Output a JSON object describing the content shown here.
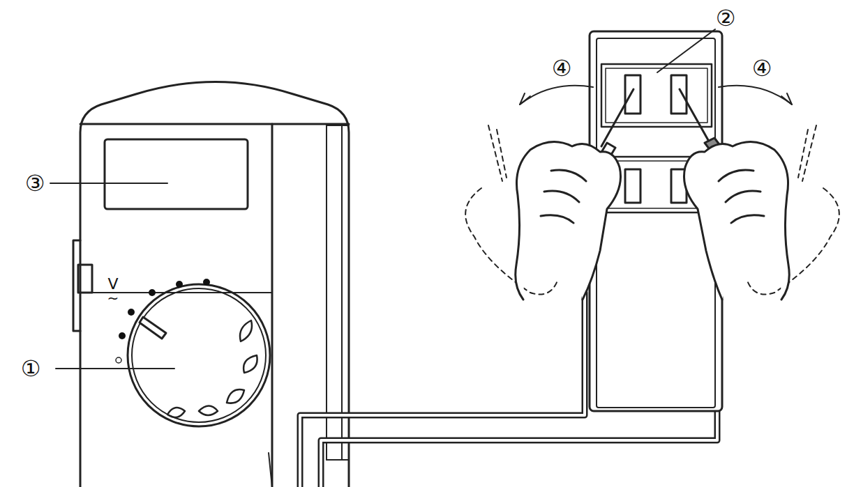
{
  "diagram": {
    "labels": [
      "①",
      "②",
      "③",
      "④",
      "④",
      "V",
      "~"
    ]
  }
}
